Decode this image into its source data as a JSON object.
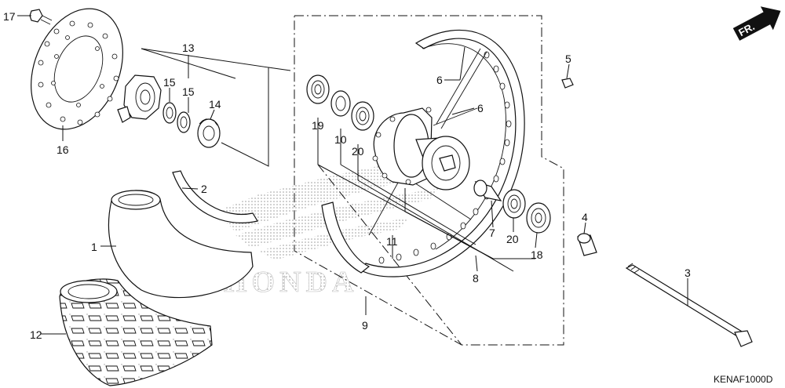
{
  "diagram": {
    "code": "KENAF1000D",
    "direction_label": "FR.",
    "watermark": "HONDA",
    "callouts": [
      {
        "id": "p1",
        "label": "1"
      },
      {
        "id": "p2",
        "label": "2"
      },
      {
        "id": "p3",
        "label": "3"
      },
      {
        "id": "p4",
        "label": "4"
      },
      {
        "id": "p5",
        "label": "5"
      },
      {
        "id": "p6a",
        "label": "6"
      },
      {
        "id": "p6b",
        "label": "6"
      },
      {
        "id": "p7",
        "label": "7"
      },
      {
        "id": "p8",
        "label": "8"
      },
      {
        "id": "p9",
        "label": "9"
      },
      {
        "id": "p10",
        "label": "10"
      },
      {
        "id": "p11",
        "label": "11"
      },
      {
        "id": "p12",
        "label": "12"
      },
      {
        "id": "p13",
        "label": "13"
      },
      {
        "id": "p14",
        "label": "14"
      },
      {
        "id": "p15a",
        "label": "15"
      },
      {
        "id": "p15b",
        "label": "15"
      },
      {
        "id": "p16",
        "label": "16"
      },
      {
        "id": "p17",
        "label": "17"
      },
      {
        "id": "p18",
        "label": "18"
      },
      {
        "id": "p19",
        "label": "19"
      },
      {
        "id": "p20a",
        "label": "20"
      },
      {
        "id": "p20b",
        "label": "20"
      }
    ]
  }
}
